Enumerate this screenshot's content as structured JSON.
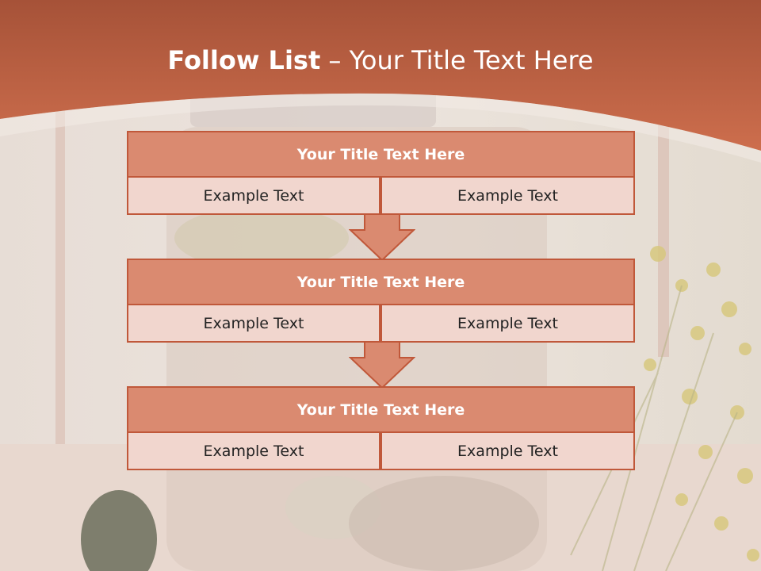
{
  "slide": {
    "title_bold": "Follow List",
    "title_rest": " – Your Title Text Here"
  },
  "blocks": [
    {
      "title": "Your Title Text Here",
      "left": "Example Text",
      "right": "Example Text"
    },
    {
      "title": "Your Title Text Here",
      "left": "Example Text",
      "right": "Example Text"
    },
    {
      "title": "Your Title Text Here",
      "left": "Example Text",
      "right": "Example Text"
    }
  ],
  "colors": {
    "header": "#c9694a",
    "title_fill": "#da8a70",
    "cell_fill": "#f1d6ce",
    "border": "#c0583a"
  },
  "background": "pickle-jar-photo"
}
